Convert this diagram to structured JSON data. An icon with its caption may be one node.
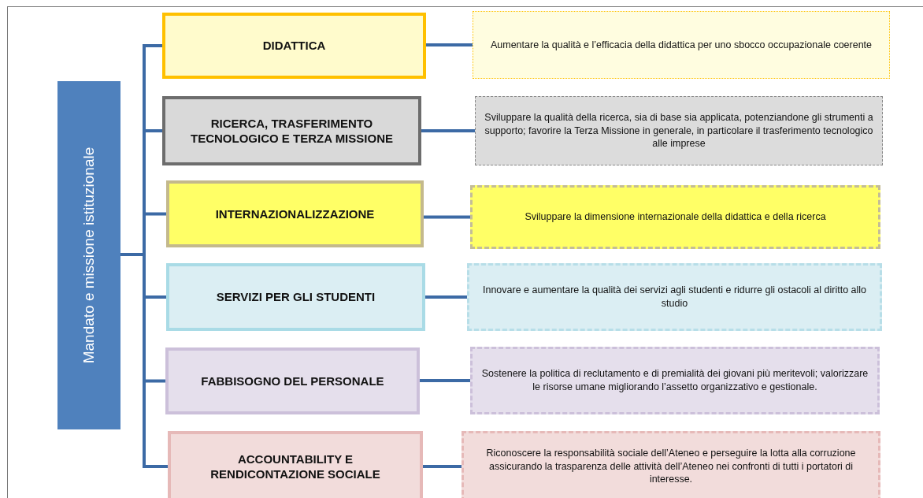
{
  "diagram": {
    "nodes": [
      {
        "text": [
          "Mandato e missione istituzionale"
        ]
      },
      {
        "text": [
          "DIDATTICA"
        ]
      },
      {
        "text": [
          "RICERCA,  TRASFERIMENTO TECNOLOGICO E TERZA MISSIONE"
        ]
      },
      {
        "text": [
          "INTERNAZIONALIZZAZIONE"
        ]
      },
      {
        "text": [
          "SERVIZI PER GLI STUDENTI"
        ]
      },
      {
        "text": [
          "FABBISOGNO DEL PERSONALE"
        ]
      },
      {
        "text": [
          "ACCOUNTABILITY  E RENDICONTAZIONE SOCIALE"
        ]
      },
      {
        "text": [
          "Aumentare la qualità e l’efficacia della didattica per uno sbocco occupazionale coerente"
        ]
      },
      {
        "text": [
          "Sviluppare la qualità della ricerca, sia di base sia applicata, potenziandone gli strumenti a supporto; favorire la Terza Missione in generale, in particolare il trasferimento tecnologico alle imprese"
        ]
      },
      {
        "text": [
          "Sviluppare la dimensione internazionale della didattica e della ricerca"
        ]
      },
      {
        "text": [
          "Innovare e aumentare la qualità dei servizi agli studenti e ridurre gli ostacoli al diritto allo studio"
        ]
      },
      {
        "text": [
          "Sostenere la politica di reclutamento e di premialità  dei giovani più meritevoli; valorizzare le risorse umane migliorando l’assetto organizzativo e gestionale."
        ]
      },
      {
        "text": [
          "Riconoscere la responsabilità sociale dell’Ateneo e perseguire la lotta alla corruzione assicurando la  trasparenza delle attività dell’Ateneo nei confronti di tutti i portatori di interesse."
        ]
      }
    ],
    "edges": [
      {
        "from": 0,
        "to": 1,
        "arrow": "none"
      },
      {
        "from": 0,
        "to": 2,
        "arrow": "none"
      },
      {
        "from": 0,
        "to": 3,
        "arrow": "none"
      },
      {
        "from": 0,
        "to": 4,
        "arrow": "none"
      },
      {
        "from": 0,
        "to": 5,
        "arrow": "none"
      },
      {
        "from": 0,
        "to": 6,
        "arrow": "none"
      },
      {
        "from": 1,
        "to": 7,
        "arrow": "none"
      },
      {
        "from": 2,
        "to": 8,
        "arrow": "none"
      },
      {
        "from": 3,
        "to": 9,
        "arrow": "none"
      },
      {
        "from": 4,
        "to": 10,
        "arrow": "none"
      },
      {
        "from": 5,
        "to": 11,
        "arrow": "none"
      },
      {
        "from": 6,
        "to": 12,
        "arrow": "none"
      }
    ]
  }
}
